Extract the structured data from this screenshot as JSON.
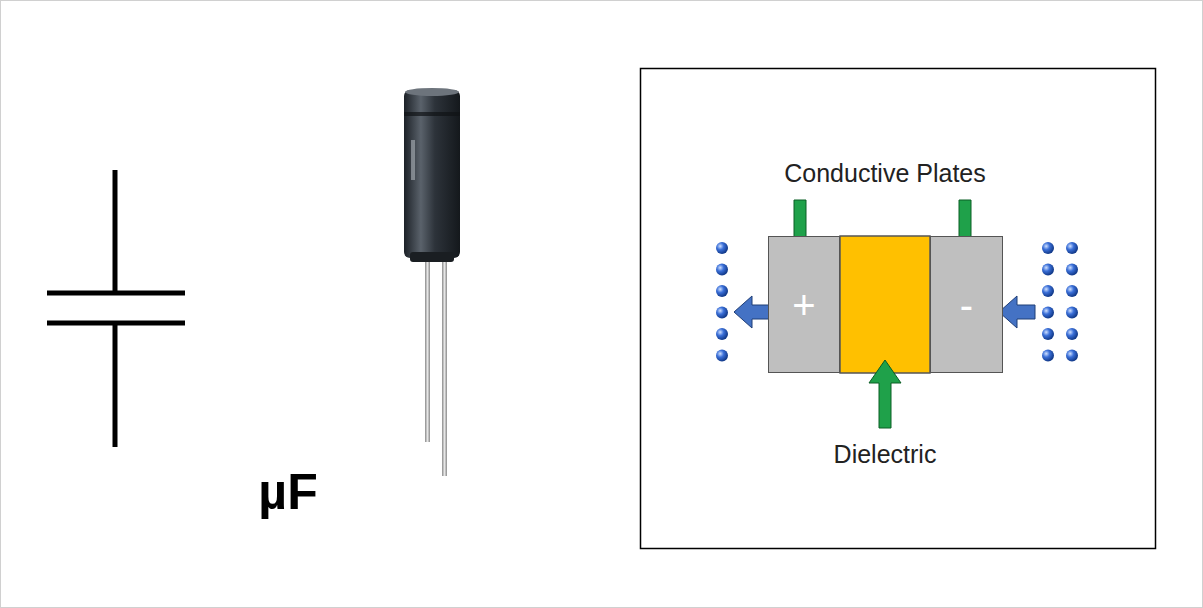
{
  "diagram": {
    "nodes": [
      {
        "text": [
          "+"
        ]
      },
      {
        "text": [
          "-"
        ]
      }
    ],
    "labels": [
      "µF",
      "Conductive Plates",
      "Dielectric"
    ]
  }
}
